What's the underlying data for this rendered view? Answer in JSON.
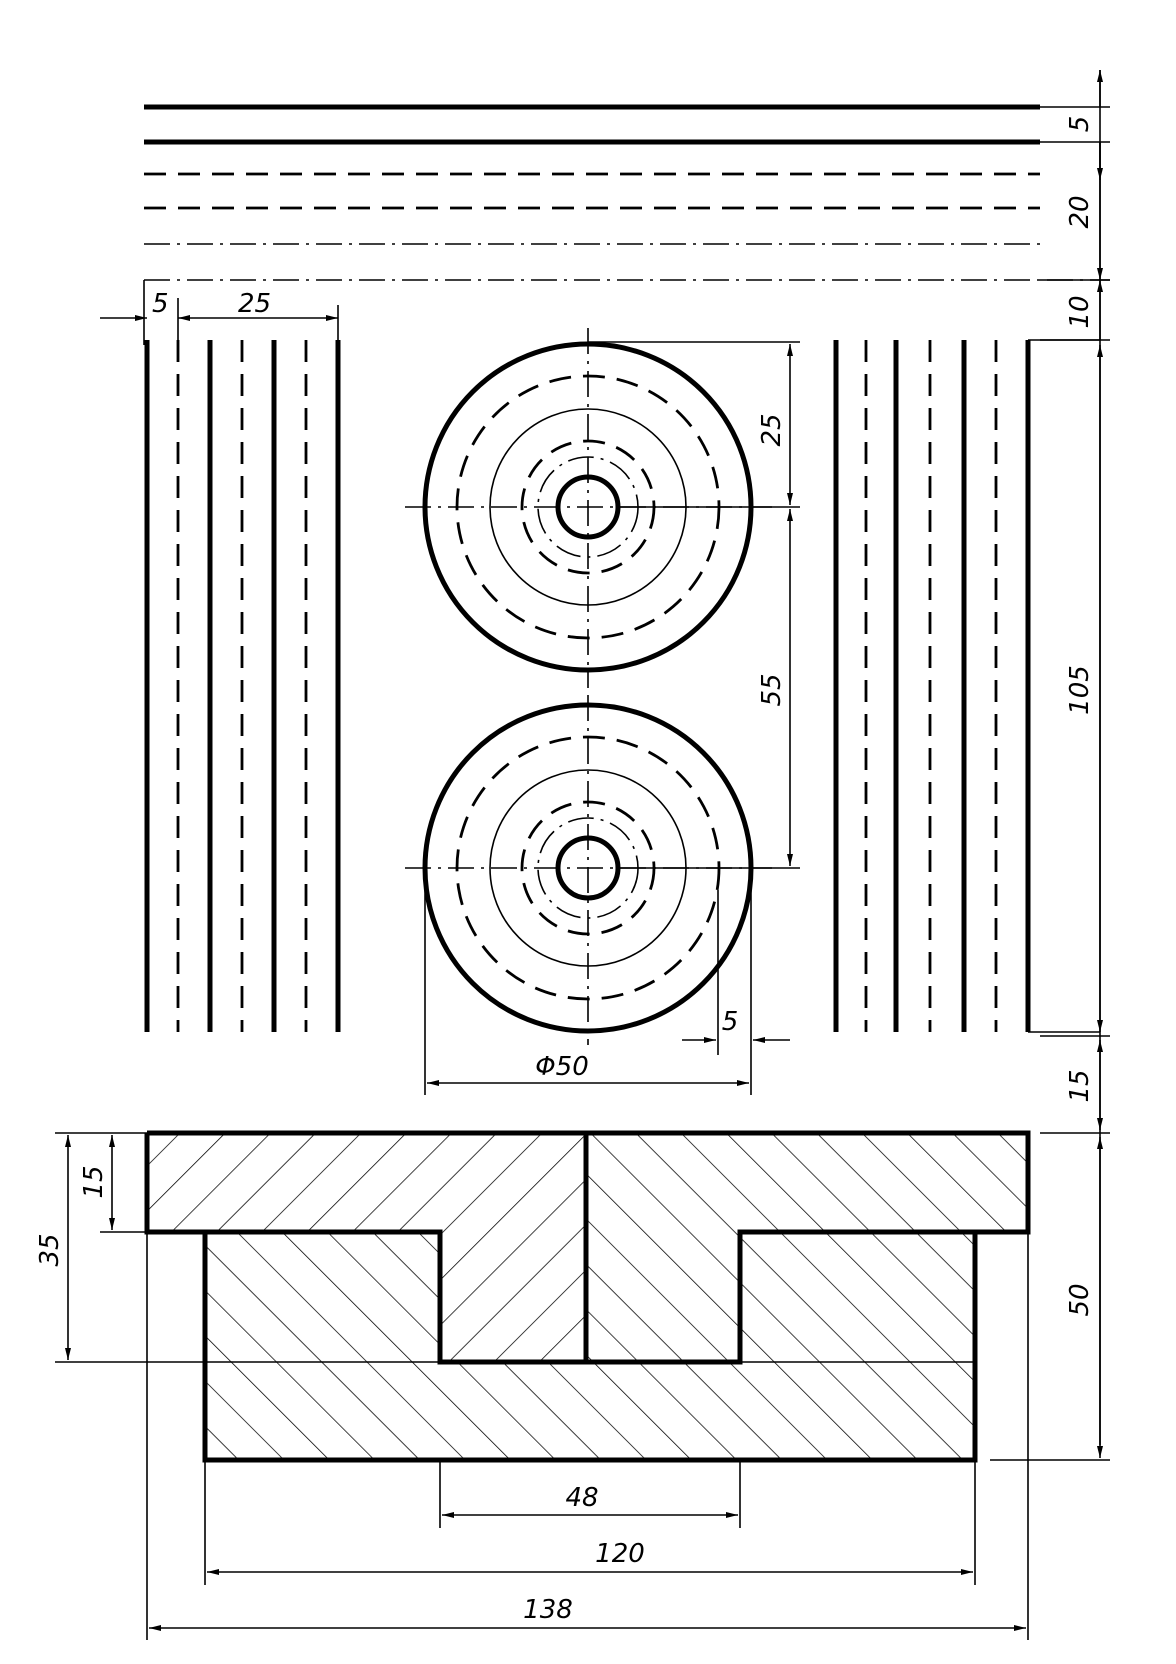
{
  "dimensions": {
    "top_gap": "5",
    "line_group": "20",
    "gap_to_frame": "10",
    "left_offset": "5",
    "left_width": "25",
    "circle_top": "25",
    "circle_spacing": "55",
    "frame_height": "105",
    "ring_gap": "5",
    "diameter": "Φ50",
    "bottom_gap": "15",
    "flange_height": "15",
    "section_depth": "35",
    "section_height": "50",
    "slot_width": "48",
    "body_width": "120",
    "overall_width": "138"
  },
  "line_types": [
    "solid-thick",
    "solid-thick",
    "dashed",
    "dashed",
    "dash-dot"
  ]
}
